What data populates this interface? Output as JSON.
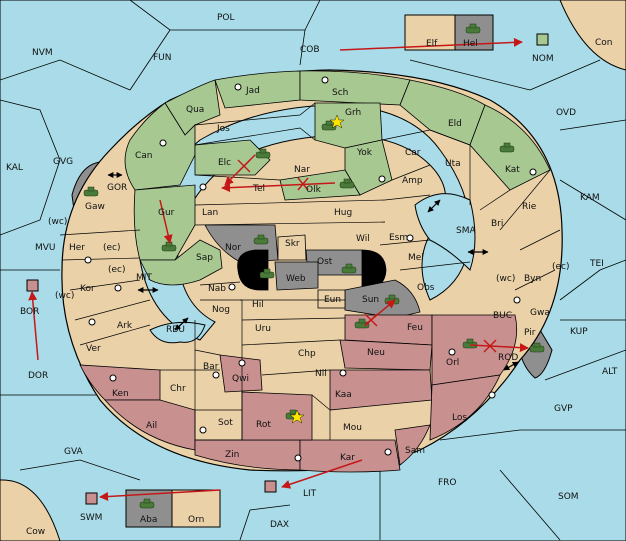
{
  "colors": {
    "sea": "#a9dce8",
    "neutral": "#ead1a8",
    "green": "#a8c892",
    "red": "#c99090",
    "grey": "#8f8f8f",
    "black": "#000000",
    "order": "#c41818",
    "unit": "#4a7a3a"
  },
  "sea_labels": [
    {
      "id": "POL",
      "text": "POL"
    },
    {
      "id": "NVM",
      "text": "NVM"
    },
    {
      "id": "FUN",
      "text": "FUN"
    },
    {
      "id": "COB",
      "text": "COB"
    },
    {
      "id": "NOM",
      "text": "NOM"
    },
    {
      "id": "Con",
      "text": "Con"
    },
    {
      "id": "OVD",
      "text": "OVD"
    },
    {
      "id": "KAL",
      "text": "KAL"
    },
    {
      "id": "GVG",
      "text": "GVG"
    },
    {
      "id": "GOR",
      "text": "GOR"
    },
    {
      "id": "KAM",
      "text": "KAM"
    },
    {
      "id": "SMA",
      "text": "SMA"
    },
    {
      "id": "TEI",
      "text": "TEI"
    },
    {
      "id": "MVU",
      "text": "MVU"
    },
    {
      "id": "MIT",
      "text": "MIT"
    },
    {
      "id": "BOR",
      "text": "BOR"
    },
    {
      "id": "RBU",
      "text": "RBU"
    },
    {
      "id": "BUC",
      "text": "BUC"
    },
    {
      "id": "KUP",
      "text": "KUP"
    },
    {
      "id": "ROD",
      "text": "ROD"
    },
    {
      "id": "DOR",
      "text": "DOR"
    },
    {
      "id": "ALT",
      "text": "ALT"
    },
    {
      "id": "GVP",
      "text": "GVP"
    },
    {
      "id": "GVA",
      "text": "GVA"
    },
    {
      "id": "FRO",
      "text": "FRO"
    },
    {
      "id": "SOM",
      "text": "SOM"
    },
    {
      "id": "LIT",
      "text": "LIT"
    },
    {
      "id": "SWM",
      "text": "SWM"
    },
    {
      "id": "DAX",
      "text": "DAX"
    },
    {
      "id": "Cow",
      "text": "Cow"
    }
  ],
  "land_labels": [
    {
      "id": "Elf",
      "text": "Elf"
    },
    {
      "id": "Hel",
      "text": "Hel"
    },
    {
      "id": "Jad",
      "text": "Jad"
    },
    {
      "id": "Sch",
      "text": "Sch"
    },
    {
      "id": "Qua",
      "text": "Qua"
    },
    {
      "id": "Grh",
      "text": "Grh"
    },
    {
      "id": "Jos",
      "text": "Jos"
    },
    {
      "id": "Eld",
      "text": "Eld"
    },
    {
      "id": "Can",
      "text": "Can"
    },
    {
      "id": "Yok",
      "text": "Yok"
    },
    {
      "id": "Car",
      "text": "Car"
    },
    {
      "id": "Elc",
      "text": "Elc"
    },
    {
      "id": "Nar",
      "text": "Nar"
    },
    {
      "id": "Uta",
      "text": "Uta"
    },
    {
      "id": "Kat",
      "text": "Kat"
    },
    {
      "id": "Tel",
      "text": "Tel"
    },
    {
      "id": "Olk",
      "text": "Olk"
    },
    {
      "id": "Amp",
      "text": "Amp"
    },
    {
      "id": "Gaw",
      "text": "Gaw"
    },
    {
      "id": "Gur",
      "text": "Gur"
    },
    {
      "id": "Lan",
      "text": "Lan"
    },
    {
      "id": "Hug",
      "text": "Hug"
    },
    {
      "id": "Rie",
      "text": "Rie"
    },
    {
      "id": "Bri",
      "text": "Bri"
    },
    {
      "id": "wc1",
      "text": "(wc)"
    },
    {
      "id": "Her",
      "text": "Her"
    },
    {
      "id": "ec1",
      "text": "(ec)"
    },
    {
      "id": "Nor",
      "text": "Nor"
    },
    {
      "id": "Wil",
      "text": "Wil"
    },
    {
      "id": "Esm",
      "text": "Esm"
    },
    {
      "id": "Skr",
      "text": "Skr"
    },
    {
      "id": "Ost",
      "text": "Ost"
    },
    {
      "id": "Mel",
      "text": "Mel"
    },
    {
      "id": "Sap",
      "text": "Sap"
    },
    {
      "id": "Web",
      "text": "Web"
    },
    {
      "id": "wc2",
      "text": "(wc)"
    },
    {
      "id": "Byn",
      "text": "Byn"
    },
    {
      "id": "ec2",
      "text": "(ec)"
    },
    {
      "id": "ec3",
      "text": "(ec)"
    },
    {
      "id": "Kor",
      "text": "Kor"
    },
    {
      "id": "Nab",
      "text": "Nab"
    },
    {
      "id": "Obs",
      "text": "Obs"
    },
    {
      "id": "wc3",
      "text": "(wc)"
    },
    {
      "id": "Eun",
      "text": "Eun"
    },
    {
      "id": "Sun",
      "text": "Sun"
    },
    {
      "id": "Hil",
      "text": "Hil"
    },
    {
      "id": "Gwa",
      "text": "Gwa"
    },
    {
      "id": "Nog",
      "text": "Nog"
    },
    {
      "id": "Ark",
      "text": "Ark"
    },
    {
      "id": "Uru",
      "text": "Uru"
    },
    {
      "id": "Feu",
      "text": "Feu"
    },
    {
      "id": "Pir",
      "text": "Pir"
    },
    {
      "id": "Ver",
      "text": "Ver"
    },
    {
      "id": "Chp",
      "text": "Chp"
    },
    {
      "id": "Neu",
      "text": "Neu"
    },
    {
      "id": "Orl",
      "text": "Orl"
    },
    {
      "id": "Bar",
      "text": "Bar"
    },
    {
      "id": "Nil",
      "text": "Nil"
    },
    {
      "id": "Qwi",
      "text": "Qwi"
    },
    {
      "id": "Chr",
      "text": "Chr"
    },
    {
      "id": "Ken",
      "text": "Ken"
    },
    {
      "id": "Kaa",
      "text": "Kaa"
    },
    {
      "id": "Los",
      "text": "Los"
    },
    {
      "id": "Ail",
      "text": "Ail"
    },
    {
      "id": "Rot",
      "text": "Rot"
    },
    {
      "id": "Sot",
      "text": "Sot"
    },
    {
      "id": "Mou",
      "text": "Mou"
    },
    {
      "id": "Zin",
      "text": "Zin"
    },
    {
      "id": "Sam",
      "text": "Sam"
    },
    {
      "id": "Kar",
      "text": "Kar"
    },
    {
      "id": "Aba",
      "text": "Aba"
    },
    {
      "id": "Orn",
      "text": "Orn"
    }
  ]
}
